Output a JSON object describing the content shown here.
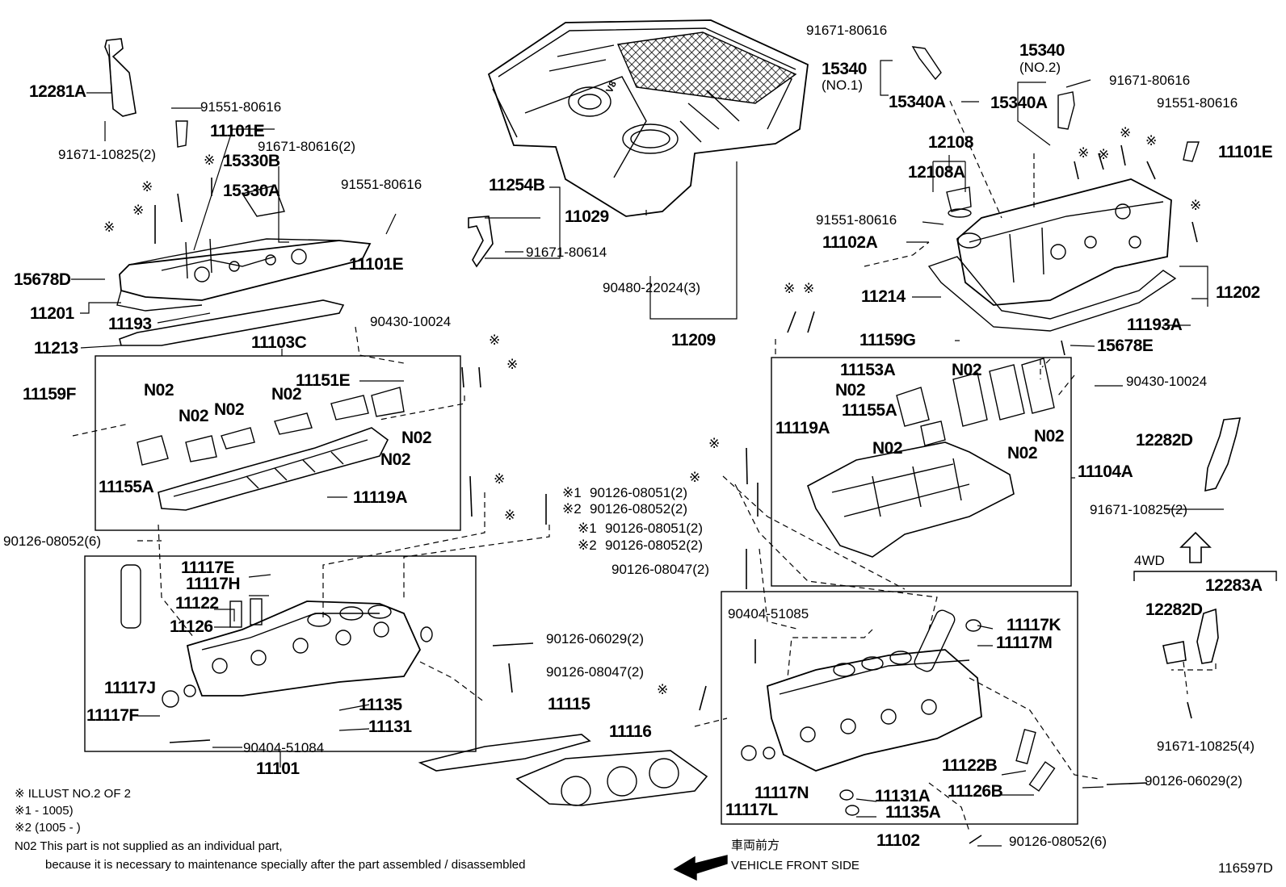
{
  "labels": {
    "l1": "12281A",
    "l2": "91551-80616",
    "l3": "11101E",
    "l4": "91671-10825(2)",
    "l5": "91671-80616(2)",
    "l6": "15330B",
    "l7": "15330A",
    "l8": "91551-80616",
    "l9": "11101E",
    "l10": "15678D",
    "l11": "11201",
    "l12": "11193",
    "l13": "11213",
    "l14": "90430-10024",
    "l15": "11103C",
    "l16": "11159F",
    "l17": "11151E",
    "l18": "N02",
    "l19": "N02",
    "l20": "N02",
    "l21": "N02",
    "l22": "N02",
    "l23": "N02",
    "l24": "11155A",
    "l25": "11119A",
    "l26": "90126-08052(6)",
    "l27": "11117E",
    "l28": "11117H",
    "l29": "11122",
    "l30": "11126",
    "l31": "11117J",
    "l32": "11117F",
    "l33": "11135",
    "l34": "11131",
    "l35": "90404-51084",
    "l36": "11101",
    "l37": "11254B",
    "l38": "11029",
    "l39": "91671-80614",
    "l40": "90480-22024(3)",
    "l41": "11209",
    "l42": "90126-08051(2)",
    "l43": "90126-08052(2)",
    "l44": "90126-08051(2)",
    "l45": "90126-08052(2)",
    "l46": "90126-08047(2)",
    "l47": "90126-06029(2)",
    "l48": "90126-08047(2)",
    "l49": "11115",
    "l50": "11116",
    "l51": "91671-80616",
    "l52": "15340",
    "l53": "(NO.1)",
    "l54": "15340A",
    "l55": "15340",
    "l56": "(NO.2)",
    "l57": "15340A",
    "l58": "91671-80616",
    "l59": "91551-80616",
    "l60": "11101E",
    "l61": "12108",
    "l62": "12108A",
    "l63": "91551-80616",
    "l64": "11102A",
    "l65": "11214",
    "l66": "11202",
    "l67": "11193A",
    "l68": "11159G",
    "l69": "15678E",
    "l70": "11153A",
    "l71": "N02",
    "l72": "N02",
    "l73": "11155A",
    "l74": "N02",
    "l75": "11119A",
    "l76": "N02",
    "l77": "N02",
    "l78": "90430-10024",
    "l79": "11104A",
    "l80": "12282D",
    "l81": "91671-10825(2)",
    "l82": "4WD",
    "l83": "12283A",
    "l84": "12282D",
    "l85": "91671-10825(4)",
    "l86": "90404-51085",
    "l87": "11117K",
    "l88": "11117M",
    "l89": "11122B",
    "l90": "11126B",
    "l91": "11117N",
    "l92": "11117L",
    "l93": "11131A",
    "l94": "11135A",
    "l95": "11102",
    "l96": "90126-06029(2)",
    "l97": "90126-08052(6)"
  },
  "marks": {
    "ref": "※",
    "ref1": "※1",
    "ref2": "※2"
  },
  "notes": {
    "illust": "※ ILLUST NO.2 OF 2",
    "range1": "※1          - 1005)",
    "range2": "※2 (1005 -          )",
    "n02_line1": "N02 This part is not supplied as an individual part,",
    "n02_line2": "because it is necessary to maintenance specially after the part assembled / disassembled",
    "front_jp": "車両前方",
    "front_en": "VEHICLE FRONT SIDE",
    "part_number": "116597D"
  },
  "cover_text": "V8"
}
